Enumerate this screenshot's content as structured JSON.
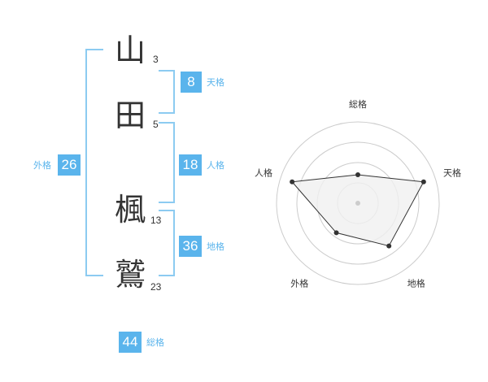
{
  "name": {
    "chars": [
      {
        "char": "山",
        "strokes": "3"
      },
      {
        "char": "田",
        "strokes": "5"
      },
      {
        "char": "楓",
        "strokes": "13"
      },
      {
        "char": "鷲",
        "strokes": "23"
      }
    ]
  },
  "fortune": {
    "tenkaku": {
      "value": "8",
      "label": "天格"
    },
    "jinkaku": {
      "value": "18",
      "label": "人格"
    },
    "chikaku": {
      "value": "36",
      "label": "地格"
    },
    "gaikaku": {
      "value": "26",
      "label": "外格"
    },
    "soukaku": {
      "value": "44",
      "label": "総格"
    }
  },
  "radar": {
    "axes": [
      "総格",
      "天格",
      "地格",
      "外格",
      "人格"
    ],
    "values": [
      0.35,
      0.85,
      0.65,
      0.45,
      0.85
    ],
    "fill_color": "#f0f0f0",
    "line_color": "#333333",
    "ring_color": "#cccccc"
  },
  "colors": {
    "accent": "#5ab4ec",
    "bracket": "#8ccbf1"
  }
}
